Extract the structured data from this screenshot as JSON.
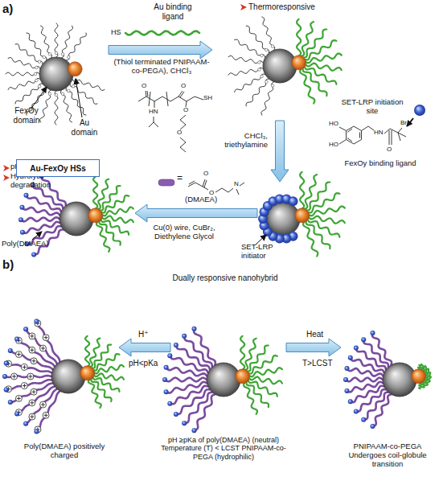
{
  "diagram": {
    "nodes": [
      {
        "text": [
          "Au-FexOy HSs"
        ]
      }
    ],
    "labels": [
      "a)",
      "Au binding ligand",
      "HS",
      "Thermoresponsive",
      "FexOy domain",
      "Au domain",
      "(Thiol terminated PNIPAAM-co-PEGA), CHCl₃",
      "O",
      "O",
      "HN",
      "SH",
      "O",
      "O",
      "SET-LRP initiation site",
      "HO",
      "HO",
      "HN",
      "O",
      "Br",
      "FexOy binding ligand",
      "CHCl₃, triethylamine",
      "SET-LRP initiator",
      "O",
      "O",
      "N",
      "(DMAEA)",
      "Cu(0) wire, CuBr₂, Diethylene Glycol",
      "pH-responsive",
      "Hydrolytic degradation",
      "Poly(DMAEA)",
      "b)",
      "Dually responsive nanohybrid",
      "H⁺",
      "pH<pKa",
      "Heat",
      "T>LCST",
      "Poly(DMAEA) positively charged",
      "pH ≥pKa of poly(DMAEA) (neutral) Temperature (T) < LCST PNIPAAM-co-PEGA (hydrophilic)",
      "PNIPAAM-co-PEGA Undergoes coil-globule transition",
      "="
    ]
  }
}
